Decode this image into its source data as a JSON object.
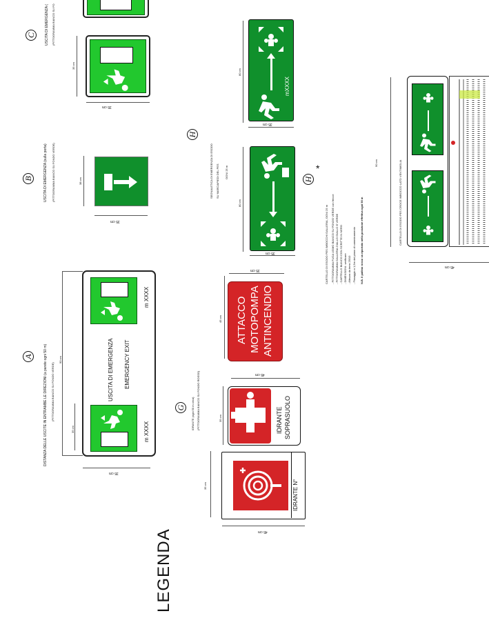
{
  "title": "LEGENDA",
  "sign_a": {
    "marker": "A",
    "caption": "DISTANZA DELLE USCITE IN ENTRAMBE LE DIREZIONI (a parete ogni 50 m)",
    "note": "(PITTOGRAMMA BIANCO SU FONDO VERDE)",
    "text_it": "USCITA DI EMERGENZA",
    "text_en": "EMERGENCY EXIT",
    "distance_left": "m XXXX",
    "distance_right": "m XXXX",
    "dim_width": "90 cm",
    "dim_height": "35 cm",
    "dim_depth": "35 cm"
  },
  "sign_b": {
    "marker": "B",
    "caption": "USCITA DI EMERGENZA (sulla porta)",
    "note": "(PITTOGRAMMA BIANCO SU FONDO VERDE)",
    "dim_height": "38 cm",
    "dim_width": "35 cm"
  },
  "sign_c": {
    "marker": "C",
    "caption": "USCITA DI EMERGENZA (",
    "note": "(PITTOGRAMMA BIANCO SU FO",
    "dim_height": "35 cm",
    "dim_width": "35 cm"
  },
  "sign_g": {
    "marker": "G",
    "caption": "IDRANTE (ogni 50 m circa)",
    "note": "(PITTOGRAMMA BIANCO SU FONDO ROSSO)",
    "hydrant_plate": "IDRANTE N°",
    "hydrant_dim_height": "35 cm",
    "hydrant_dim_width": "45 cm",
    "above_ground_label_1": "IDRANTE",
    "above_ground_label_2": "SOPRASUOLO",
    "above_ground_dim_height": "35 cm",
    "above_ground_dim_width": "45 cm",
    "pump_label_1": "ATTACCO",
    "pump_label_2": "MOTOPOMPA",
    "pump_label_3": "ANTINCENDIO",
    "pump_dim_height": "45 cm",
    "pump_dim_width": "35 cm"
  },
  "sign_h": {
    "marker": "H",
    "caption": "SEGNALETICA DI EMERGENZA DI ESODO",
    "line2": "SU MARCIAPIEDI DEL PES",
    "line3": "OGNI 25 m",
    "distance": "mXXXX",
    "dim_height": "80 cm",
    "dim_width": "35 cm",
    "dim_height_2": "80 cm",
    "dim_width_2": "35 cm"
  },
  "sign_h_star": {
    "marker": "H",
    "star": "*",
    "caption": "CARTELLO DI ESODO PES IMBOCCHI GALLERIA, OGNI 25 m",
    "bullets": [
      "- PITTOGRAMMA FUGA UOMO BIANCO SU FONDO VERDE con frecce",
      "- PITTOGRAMMA GALLERIA GIALLO GIALLO E VERDE",
      "- CARTELLO BIANCO CON SCRITTE IN NERO",
      "- DIMENSIONI: verificare",
      "- Altezza da terra 25/10",
      "- Fissaggio a 1,5m dal piano di camminamento"
    ],
    "nb": "N.B. Il pallino rosso va riportato nella posizione effettiva ogni 50 m"
  },
  "sign_pes": {
    "caption": "CARTELLO DI ESODO PES CROCE IMBOCCO LATO VENTIMIGLIA",
    "dim_width": "90 cm",
    "dim_height": "45 cm"
  }
}
